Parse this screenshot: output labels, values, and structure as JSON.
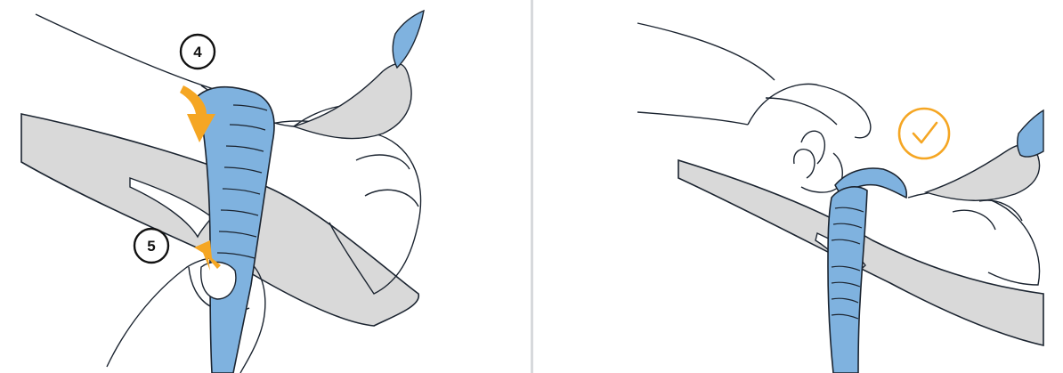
{
  "panels": [
    {
      "id": "left",
      "steps": [
        {
          "number": "4"
        },
        {
          "number": "5"
        }
      ]
    },
    {
      "id": "right",
      "status": "check-icon"
    }
  ],
  "colors": {
    "strap": "#7fb2df",
    "strap_outline": "#1b2430",
    "surface": "#d9d9d9",
    "accent": "#f5a623",
    "divider": "#d7d9dc"
  }
}
